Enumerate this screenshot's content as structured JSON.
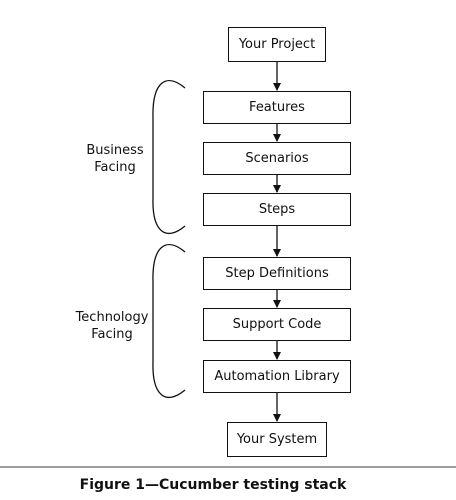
{
  "diagram": {
    "nodes": [
      {
        "id": "your-project",
        "label": "Your Project"
      },
      {
        "id": "features",
        "label": "Features"
      },
      {
        "id": "scenarios",
        "label": "Scenarios"
      },
      {
        "id": "steps",
        "label": "Steps"
      },
      {
        "id": "step-definitions",
        "label": "Step Definitions"
      },
      {
        "id": "support-code",
        "label": "Support Code"
      },
      {
        "id": "automation-library",
        "label": "Automation Library"
      },
      {
        "id": "your-system",
        "label": "Your System"
      }
    ],
    "edges": [
      [
        "your-project",
        "features"
      ],
      [
        "features",
        "scenarios"
      ],
      [
        "scenarios",
        "steps"
      ],
      [
        "steps",
        "step-definitions"
      ],
      [
        "step-definitions",
        "support-code"
      ],
      [
        "support-code",
        "automation-library"
      ],
      [
        "automation-library",
        "your-system"
      ]
    ],
    "groups": [
      {
        "id": "business-facing",
        "label": "Business\nFacing",
        "nodes": [
          "features",
          "scenarios",
          "steps"
        ]
      },
      {
        "id": "technology-facing",
        "label": "Technology\nFacing",
        "nodes": [
          "step-definitions",
          "support-code",
          "automation-library"
        ]
      }
    ]
  },
  "caption": "Figure 1—Cucumber testing stack"
}
